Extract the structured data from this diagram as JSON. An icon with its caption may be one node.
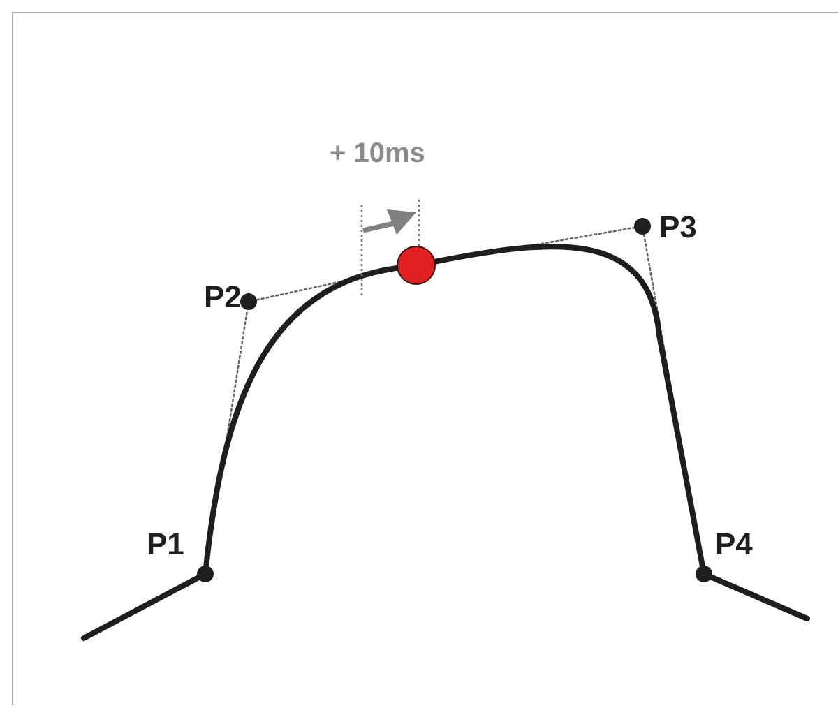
{
  "diagram": {
    "nodes": [
      {
        "text": [
          "P1"
        ]
      },
      {
        "text": [
          "P2"
        ]
      },
      {
        "text": [
          "P3"
        ]
      },
      {
        "text": [
          "P4"
        ]
      },
      {
        "text": [],
        "shape": "circle"
      }
    ],
    "edges": [
      {
        "from": 0,
        "to": 1,
        "arrow": "none",
        "style": "dashed"
      },
      {
        "from": 1,
        "to": 4,
        "arrow": "none",
        "style": "dashed"
      },
      {
        "from": 4,
        "to": 2,
        "arrow": "none",
        "style": "dashed"
      },
      {
        "from": 2,
        "to": 3,
        "arrow": "none",
        "style": "dashed"
      },
      {
        "from": null,
        "to": 0,
        "arrow": "none",
        "style": "thick"
      },
      {
        "from": 0,
        "to": 4,
        "arrow": "none",
        "style": "thick"
      },
      {
        "from": 4,
        "to": 3,
        "arrow": "none",
        "style": "thick"
      },
      {
        "from": 3,
        "to": null,
        "arrow": "none",
        "style": "thick"
      }
    ],
    "labels": [
      "+ 10ms"
    ]
  }
}
